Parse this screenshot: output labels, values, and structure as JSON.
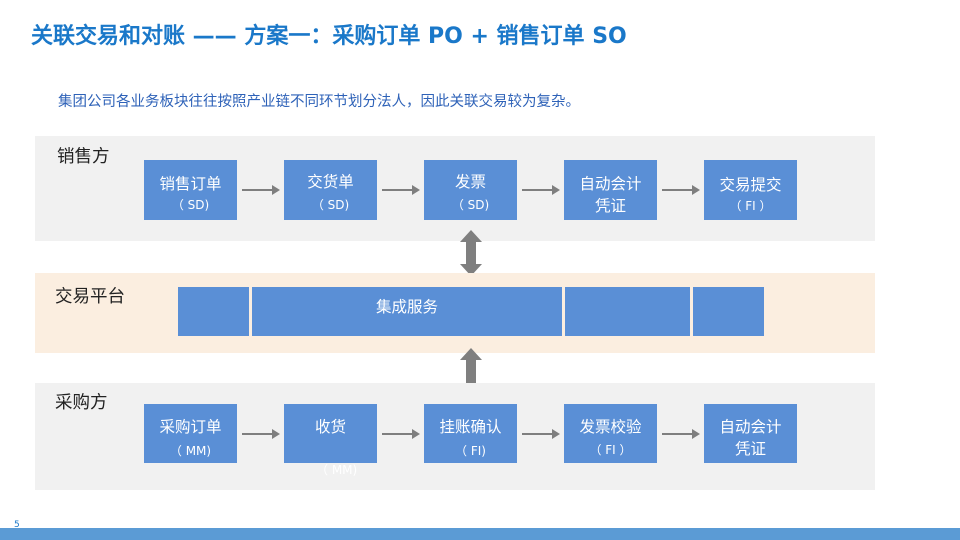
{
  "slide": {
    "title": "关联交易和对账 —— 方案一：采购订单 PO + 销售订单 SO",
    "subtitle": "集团公司各业务板块往往按照产业链不同环节划分法人，因此关联交易较为复杂。",
    "page_number": "5"
  },
  "sales": {
    "label": "销售方",
    "boxes": [
      {
        "line1": "销售订单",
        "line2": "（ SD)"
      },
      {
        "line1": "交货单",
        "line2": "（ SD)"
      },
      {
        "line1": "发票",
        "line2": "（ SD)"
      },
      {
        "line1": "自动会计",
        "line2": "凭证"
      },
      {
        "line1": "交易提交",
        "line2": "（ FI ）"
      }
    ]
  },
  "platform": {
    "label": "交易平台",
    "service_label": "集成服务"
  },
  "purchase": {
    "label": "采购方",
    "boxes": [
      {
        "line1": "采购订单",
        "line2": "（ MM)"
      },
      {
        "line1": "收货",
        "line2": ""
      },
      {
        "line1": "挂账确认",
        "line2": "（ FI)"
      },
      {
        "line1": "发票校验",
        "line2": "（ FI ）"
      },
      {
        "line1": "自动会计",
        "line2": "凭证"
      }
    ],
    "overflow_label": "（ MM)"
  },
  "colors": {
    "title": "#1a78c9",
    "box": "#5a8fd6",
    "band_gray": "#f1f1f1",
    "band_peach": "#fbeee0",
    "bottom_bar": "#5b9bd5"
  }
}
